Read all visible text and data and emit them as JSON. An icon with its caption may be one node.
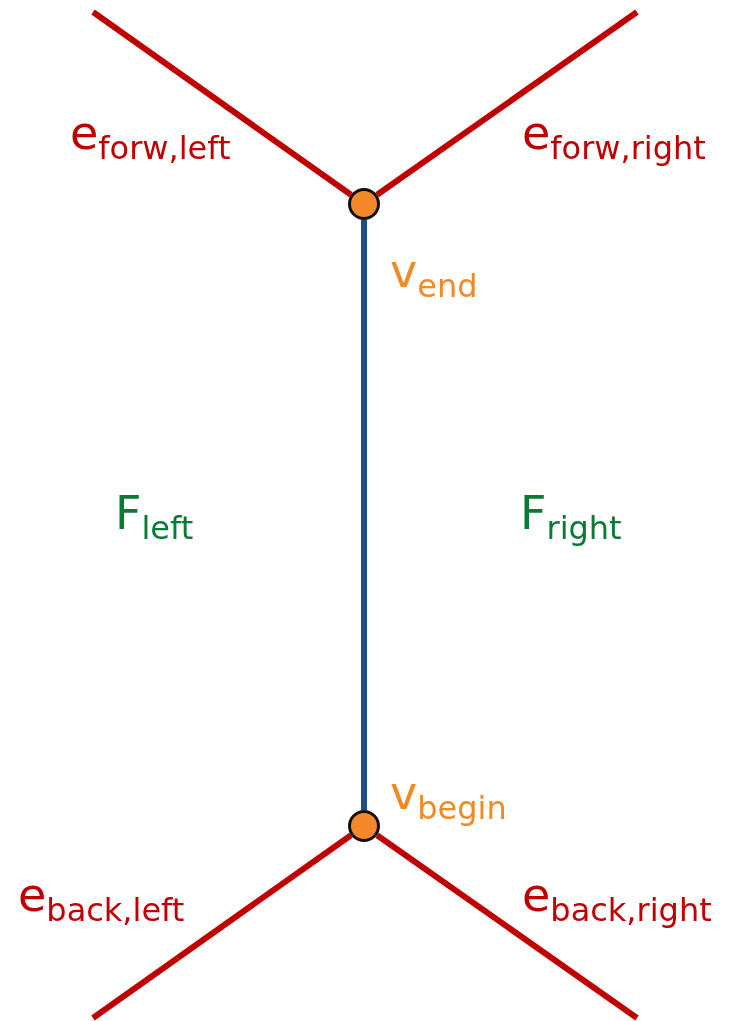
{
  "diagram": {
    "nodes": [
      {
        "text": [],
        "shape": "circle",
        "beside": [
          "v$_{end}$"
        ]
      },
      {
        "text": [],
        "shape": "circle",
        "beside": [
          "v$_{begin}$"
        ]
      }
    ],
    "edges": [
      {
        "from": null,
        "to": 0,
        "arrow": "none",
        "label": "e$_{forw,left}$"
      },
      {
        "from": null,
        "to": 0,
        "arrow": "none",
        "label": "e$_{forw,right}$"
      },
      {
        "from": 1,
        "to": 0,
        "arrow": "none",
        "color": "#1f4e8c"
      },
      {
        "from": null,
        "to": 1,
        "arrow": "none",
        "label": "e$_{back,left}$"
      },
      {
        "from": null,
        "to": 1,
        "arrow": "none",
        "label": "e$_{back,right}$"
      }
    ],
    "labels": [
      "F$_{left}$",
      "F$_{right}$"
    ]
  }
}
